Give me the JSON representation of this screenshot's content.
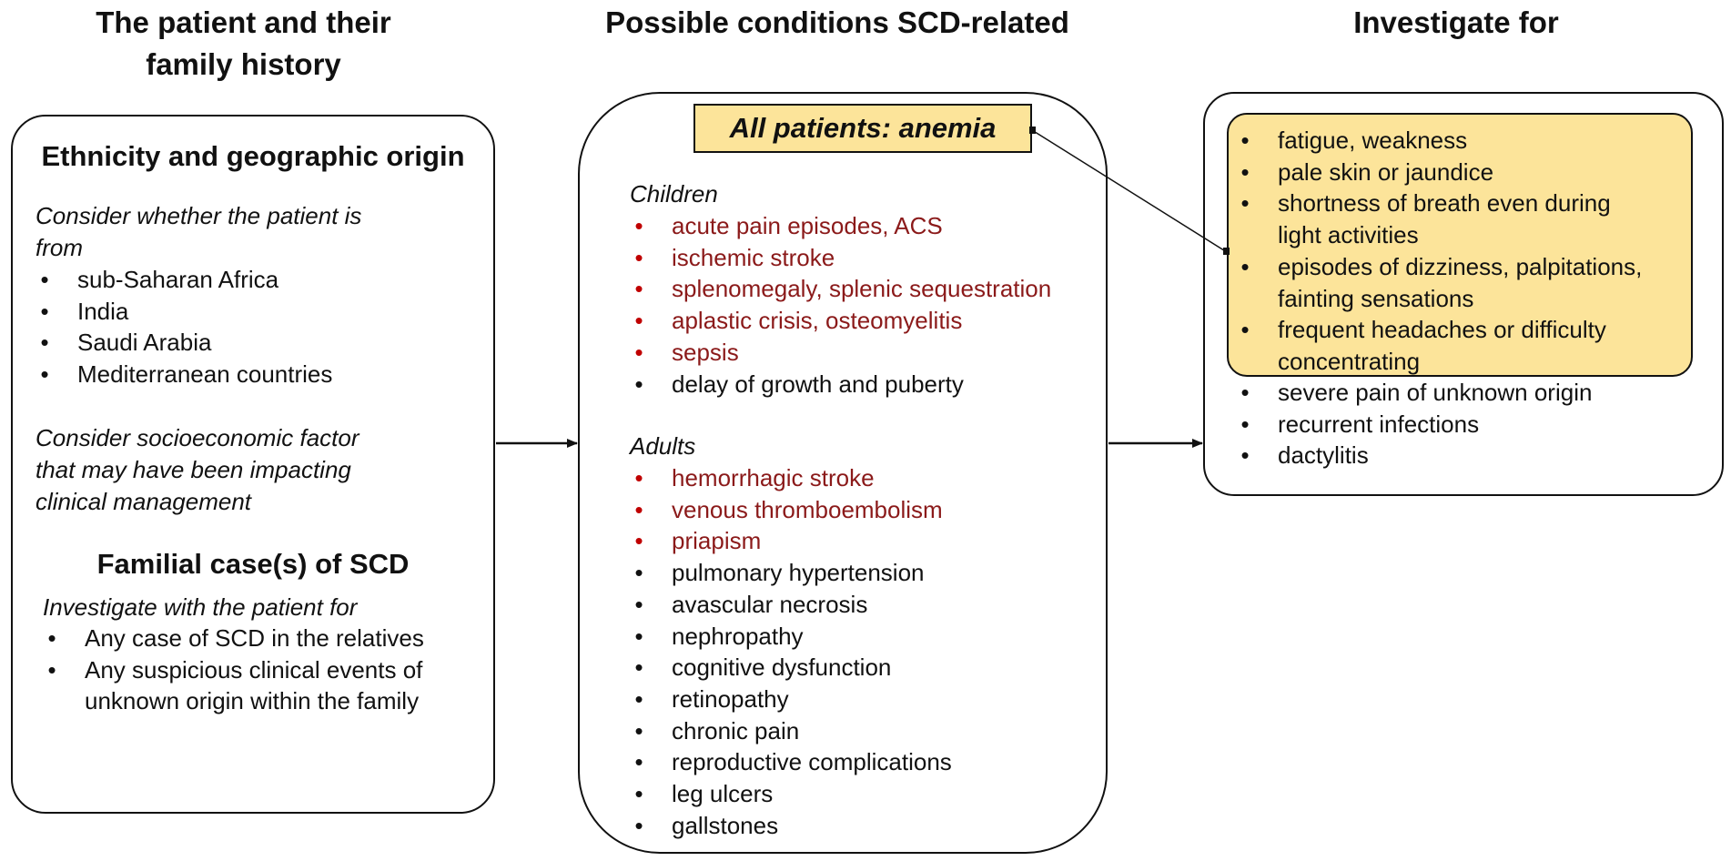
{
  "columns": {
    "left_title_line1": "The patient and their",
    "left_title_line2": "family history",
    "middle_title": "Possible conditions SCD-related",
    "right_title": "Investigate for"
  },
  "left_box": {
    "ethnicity_title": "Ethnicity and geographic origin",
    "consider_origin_line1": "Consider whether the patient is",
    "consider_origin_line2": "from",
    "origins": [
      "sub-Saharan Africa",
      "India",
      "Saudi Arabia",
      "Mediterranean countries"
    ],
    "socio_line1": "Consider socioeconomic factor",
    "socio_line2": "that may have been impacting",
    "socio_line3": "clinical management",
    "familial_title": "Familial case(s) of SCD",
    "investigate_label": "Investigate with the patient for",
    "familial_items": [
      {
        "line1": "Any case of SCD in the relatives",
        "line2": ""
      },
      {
        "line1": "Any suspicious clinical events of",
        "line2": "unknown origin within the family"
      }
    ]
  },
  "middle_box": {
    "anemia_label": "All patients: anemia",
    "children_label": "Children",
    "children_items": [
      {
        "text": "acute pain episodes, ACS",
        "highlight": true
      },
      {
        "text": "ischemic stroke",
        "highlight": true
      },
      {
        "text": "splenomegaly, splenic sequestration",
        "highlight": true
      },
      {
        "text": "aplastic crisis, osteomyelitis",
        "highlight": true
      },
      {
        "text": "sepsis",
        "highlight": true
      },
      {
        "text": "delay of growth and puberty",
        "highlight": false
      }
    ],
    "adults_label": "Adults",
    "adults_items": [
      {
        "text": "hemorrhagic stroke",
        "highlight": true
      },
      {
        "text": "venous thromboembolism",
        "highlight": true
      },
      {
        "text": "priapism",
        "highlight": true
      },
      {
        "text": "pulmonary hypertension",
        "highlight": false
      },
      {
        "text": "avascular necrosis",
        "highlight": false
      },
      {
        "text": "nephropathy",
        "highlight": false
      },
      {
        "text": "cognitive dysfunction",
        "highlight": false
      },
      {
        "text": "retinopathy",
        "highlight": false
      },
      {
        "text": "chronic pain",
        "highlight": false
      },
      {
        "text": "reproductive complications",
        "highlight": false
      },
      {
        "text": "leg ulcers",
        "highlight": false
      },
      {
        "text": "gallstones",
        "highlight": false
      }
    ],
    "highlight_color": "#8b1a1a"
  },
  "right_box": {
    "anemia_symptoms": [
      {
        "line1": "fatigue, weakness",
        "line2": ""
      },
      {
        "line1": "pale skin or jaundice",
        "line2": ""
      },
      {
        "line1": "shortness of breath even during",
        "line2": "light activities"
      },
      {
        "line1": "episodes of dizziness, palpitations,",
        "line2": "fainting sensations"
      },
      {
        "line1": "frequent headaches or difficulty",
        "line2": "concentrating"
      }
    ],
    "other_items": [
      "severe pain of unknown origin",
      "recurrent infections",
      "dactylitis"
    ],
    "highlight_fill": "#fce49a"
  }
}
